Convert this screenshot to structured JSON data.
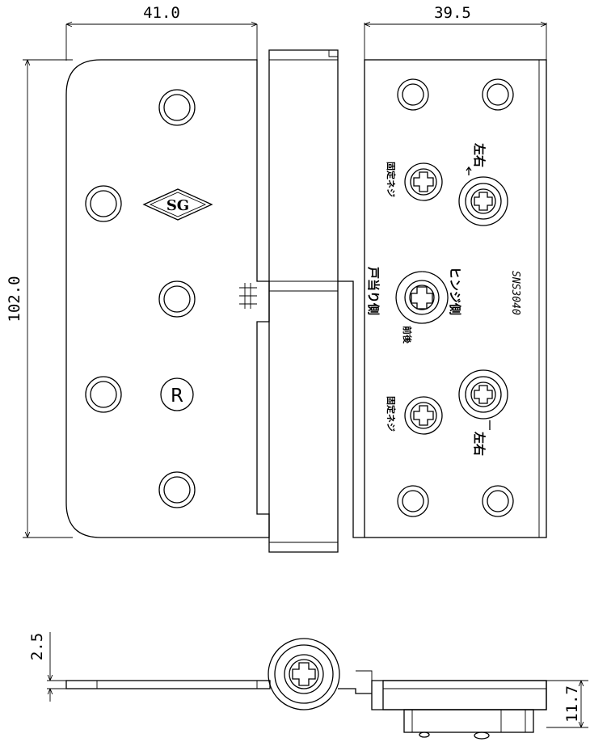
{
  "dimensions": {
    "left_width": "41.0",
    "right_width": "39.5",
    "height": "102.0",
    "thickness": "2.5",
    "side_height": "11.7"
  },
  "marks": {
    "sg_logo": "SG",
    "registered": "R",
    "model": "SNS3040"
  },
  "labels": {
    "fix_screw_top": "固定ネジ",
    "left_right_top": "左右",
    "hinge_side": "ヒンジ側",
    "door_stop_side": "戸当り側",
    "front_back": "前後",
    "fix_screw_bottom": "固定ネジ",
    "left_right_bottom": "左右"
  }
}
